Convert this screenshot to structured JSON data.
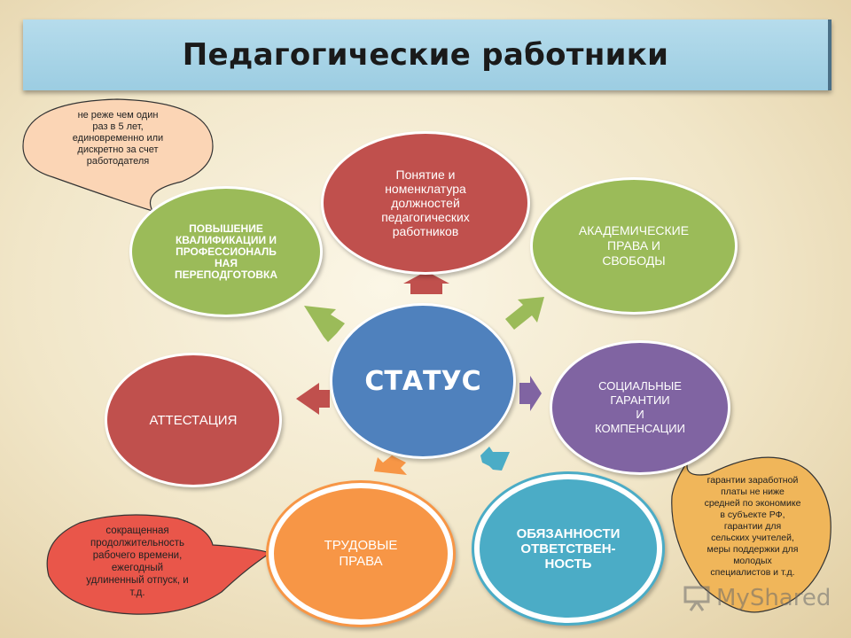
{
  "title": "Педагогические работники",
  "center": {
    "label": "СТАТУС",
    "color": "#4f81bd"
  },
  "nodes": {
    "concept": {
      "label": "Понятие и\nноменклатура\nдолжностей\nпедагогических\nработников",
      "color": "#c0504d"
    },
    "academic": {
      "label": "АКАДЕМИЧЕСКИЕ\nПРАВА И\nСВОБОДЫ",
      "color": "#9bbb59"
    },
    "social": {
      "label": "СОЦИАЛЬНЫЕ\nГАРАНТИИ\nИ\nКОМПЕНСАЦИИ",
      "color": "#8064a2"
    },
    "duties": {
      "label": "ОБЯЗАННОСТИ\nОТВЕТСТВЕН-\nНОСТЬ",
      "color": "#4bacc6"
    },
    "labor": {
      "label": "ТРУДОВЫЕ\nПРАВА",
      "color": "#f79646"
    },
    "attestation": {
      "label": "АТТЕСТАЦИЯ",
      "color": "#c0504d"
    },
    "qualification": {
      "label": "ПОВЫШЕНИЕ\nКВАЛИФИКАЦИИ И\nПРОФЕССИОНАЛЬ\nНАЯ\nПЕРЕПОДГОТОВКА",
      "color": "#9bbb59"
    }
  },
  "callouts": {
    "qualification_note": {
      "text": "не реже чем один\nраз в 5 лет,\nединовременно или\nдискретно за счет\nработодателя",
      "color": "#fbd5b5"
    },
    "social_note": {
      "text": "гарантии заработной\nплаты не ниже\nсредней по экономике\nв субъекте РФ,\nгарантии для\nсельских учителей,\nмеры поддержки для\nмолодых\nспециалистов и т.д.",
      "color": "#f0b65a"
    },
    "labor_note": {
      "text": "сокращенная\nпродолжительность\nрабочего времени,\nежегодный\nудлиненный отпуск, и\nт.д.",
      "color": "#e9564a"
    }
  },
  "watermark": "MyShared"
}
